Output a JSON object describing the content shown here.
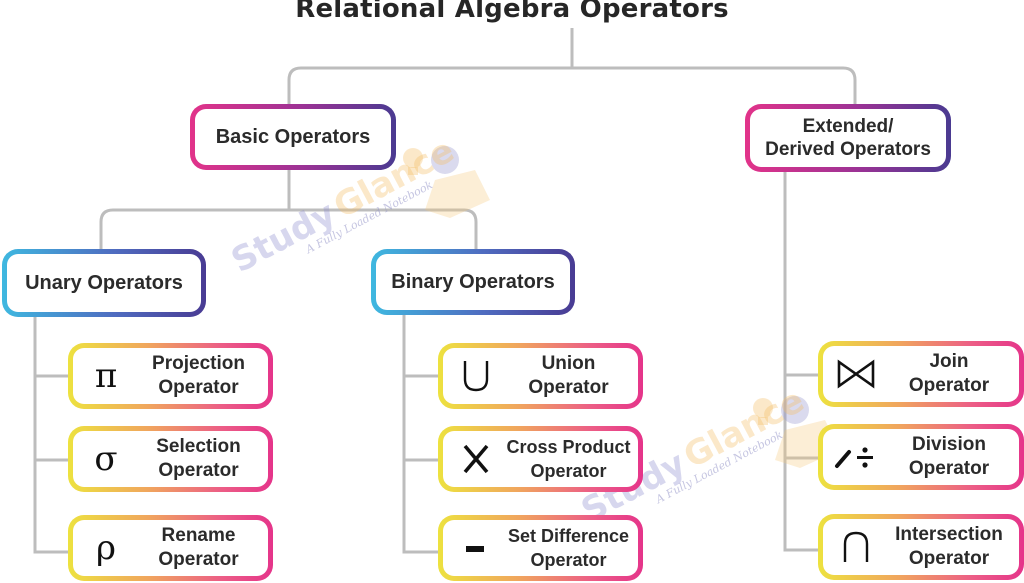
{
  "title": "Relational Algebra Operators",
  "colors": {
    "connector": "#bdbdbd",
    "category_gradient": [
      "#e2338a",
      "#4a3a91"
    ],
    "subcategory_gradient": [
      "#3fb8e0",
      "#493b93"
    ],
    "operator_gradient": [
      "#ede23f",
      "#e5348a"
    ],
    "text": "#2b2b2b"
  },
  "basic": {
    "label": "Basic Operators",
    "unary": {
      "label": "Unary Operators",
      "operators": [
        {
          "symbol": "π",
          "icon": "pi-icon",
          "line1": "Projection",
          "line2": "Operator"
        },
        {
          "symbol": "σ",
          "icon": "sigma-icon",
          "line1": "Selection",
          "line2": "Operator"
        },
        {
          "symbol": "ρ",
          "icon": "rho-icon",
          "line1": "Rename",
          "line2": "Operator"
        }
      ]
    },
    "binary": {
      "label": "Binary Operators",
      "operators": [
        {
          "symbol": "∪",
          "icon": "union-icon",
          "line1": "Union",
          "line2": "Operator"
        },
        {
          "symbol": "X",
          "icon": "cross-product-icon",
          "line1": "Cross Product",
          "line2": "Operator"
        },
        {
          "symbol": "−",
          "icon": "minus-icon",
          "line1": "Set Difference",
          "line2": "Operator"
        }
      ]
    }
  },
  "extended": {
    "line1": "Extended/",
    "line2": "Derived Operators",
    "operators": [
      {
        "symbol": "⋈",
        "icon": "bowtie-join-icon",
        "line1": "Join",
        "line2": "Operator"
      },
      {
        "symbol": "/ ÷",
        "icon": "division-icon",
        "line1": "Division",
        "line2": "Operator"
      },
      {
        "symbol": "∩",
        "icon": "intersection-icon",
        "line1": "Intersection",
        "line2": "Operator"
      }
    ]
  },
  "watermark": {
    "word1": "Study",
    "word2": "Glance",
    "tagline": "A Fully Loaded Notebook"
  }
}
